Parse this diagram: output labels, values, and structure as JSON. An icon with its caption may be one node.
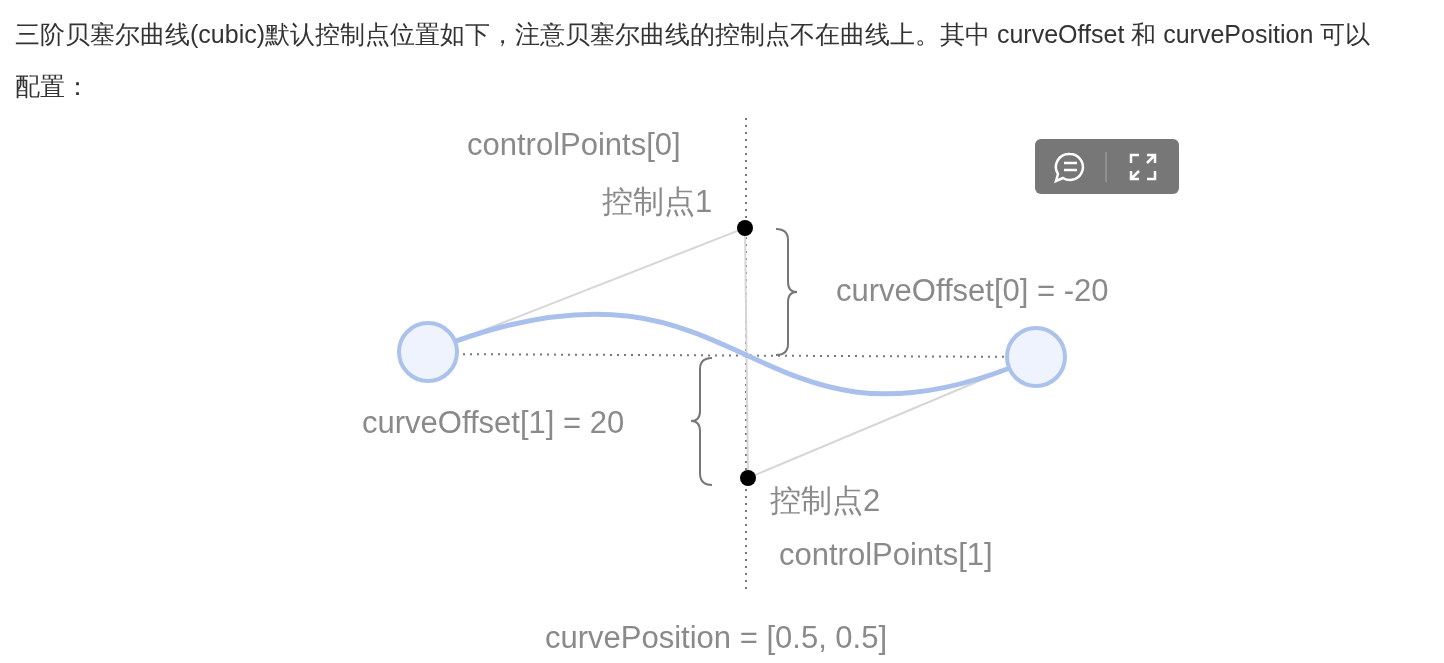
{
  "diagram": {
    "title": "三阶贝塞尔曲线(cubic)默认控制点位置如下，注意贝塞尔曲线的控制点不在曲线上。其中 curveOffset 和 curvePosition 可以配置：",
    "nodes": [
      {
        "text": [],
        "shape": "circle"
      },
      {
        "text": [],
        "shape": "circle"
      },
      {
        "text": [],
        "shape": "circle",
        "beside": [
          "controlPoints[0]",
          "控制点1"
        ]
      },
      {
        "text": [],
        "shape": "circle",
        "beside": [
          "控制点2",
          "controlPoints[1]"
        ]
      }
    ],
    "edges": [
      {
        "from": 0,
        "to": 2,
        "arrow": "none"
      },
      {
        "from": 3,
        "to": 1,
        "arrow": "none"
      },
      {
        "from": 2,
        "to": 3,
        "arrow": "none"
      },
      {
        "from": 0,
        "to": 1,
        "arrow": "none",
        "style": "thick",
        "color": "#a9c0ec"
      }
    ],
    "labels": [
      "curveOffset[0] = -20",
      "curveOffset[1] = 20",
      "curvePosition = [0.5, 0.5]"
    ]
  }
}
